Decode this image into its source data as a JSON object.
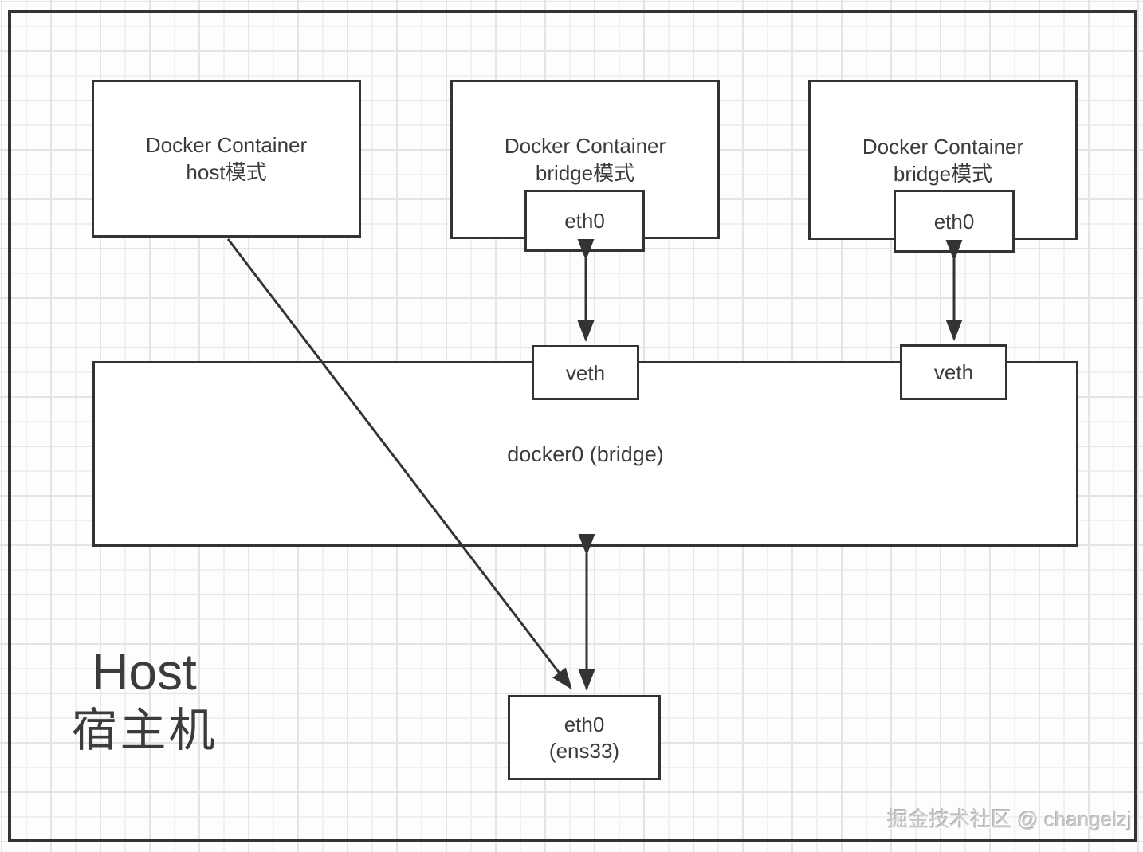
{
  "colors": {
    "line": "#333333",
    "text": "#3b3b3b",
    "canvas": "#fdfdfd",
    "grid_minor": "#f0f0f0",
    "grid_major": "#e4e4e4",
    "watermark": "#c9c9c9"
  },
  "diagram": {
    "containers": [
      {
        "line1": "Docker Container",
        "line2": "host模式"
      },
      {
        "line1": "Docker Container",
        "line2": "bridge模式",
        "eth": "eth0"
      },
      {
        "line1": "Docker Container",
        "line2": "bridge模式",
        "eth": "eth0"
      }
    ],
    "veths": [
      "veth",
      "veth"
    ],
    "bridge": {
      "label": "docker0 (bridge)"
    },
    "host_nic": {
      "line1": "eth0",
      "line2": "(ens33)"
    },
    "host": {
      "line1": "Host",
      "line2": "宿主机"
    },
    "watermark": "掘金技术社区 @ changelzj"
  }
}
